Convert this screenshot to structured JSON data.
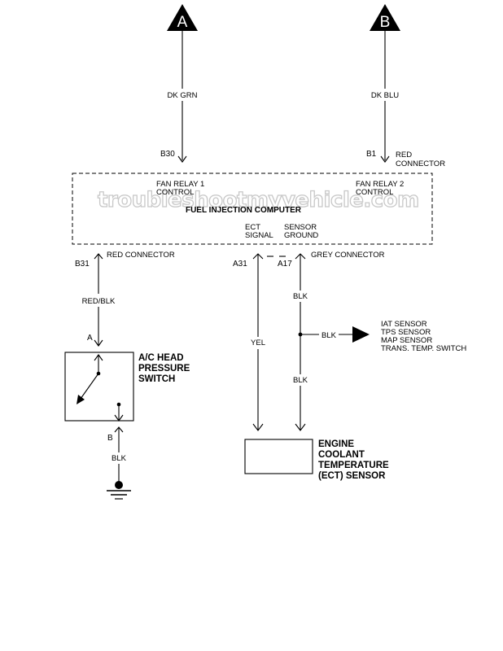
{
  "connectors_top": {
    "a": "A",
    "b": "B"
  },
  "wires": {
    "dk_grn": "DK GRN",
    "dk_blu": "DK BLU",
    "red_blk": "RED/BLK",
    "blk_ground": "BLK",
    "yel": "YEL",
    "blk_upper": "BLK",
    "blk_branch": "BLK",
    "blk_lower": "BLK"
  },
  "pins": {
    "b30": "B30",
    "b1": "B1",
    "b31": "B31",
    "a31": "A31",
    "a17": "A17",
    "switch_a": "A",
    "switch_b": "B"
  },
  "connector_labels": {
    "red_top_line1": "RED",
    "red_top_line2": "CONNECTOR",
    "red_left": "RED CONNECTOR",
    "grey": "GREY CONNECTOR"
  },
  "computer": {
    "fan1_line1": "FAN RELAY 1",
    "fan1_line2": "CONTROL",
    "fan2_line1": "FAN RELAY 2",
    "fan2_line2": "CONTROL",
    "title": "FUEL INJECTION COMPUTER",
    "ect_line1": "ECT",
    "ect_line2": "SIGNAL",
    "ground_line1": "SENSOR",
    "ground_line2": "GROUND"
  },
  "watermark": "troubleshootmyvehicle.com",
  "ac_switch": {
    "line1": "A/C HEAD",
    "line2": "PRESSURE",
    "line3": "SWITCH"
  },
  "ect_sensor": {
    "line1": "ENGINE",
    "line2": "COOLANT",
    "line3": "TEMPERATURE",
    "line4": "(ECT) SENSOR"
  },
  "shared_ground_list": [
    "IAT SENSOR",
    "TPS SENSOR",
    "MAP SENSOR",
    "TRANS. TEMP. SWITCH"
  ]
}
